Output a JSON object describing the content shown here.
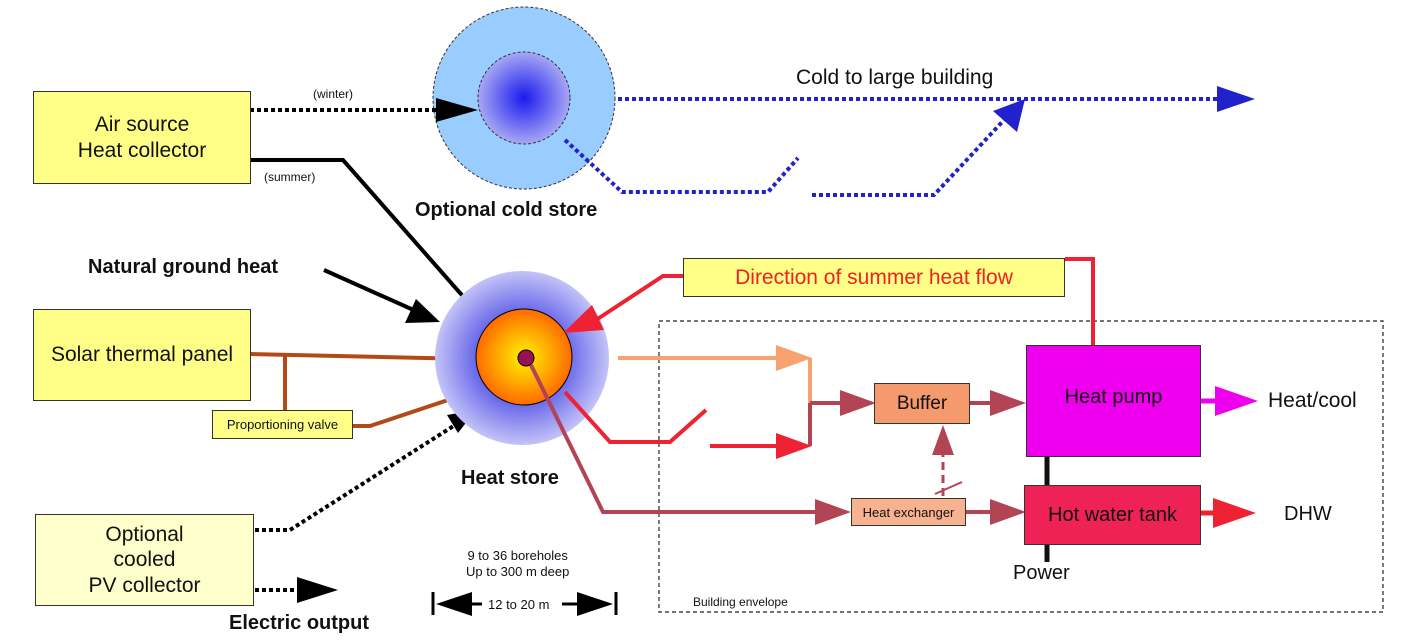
{
  "nodes": {
    "air_source": "Air source\nHeat collector",
    "solar_thermal": "Solar thermal panel",
    "proportioning_valve": "Proportioning valve",
    "pv_collector": "Optional\ncooled\nPV collector",
    "summer_flow": "Direction of summer heat flow",
    "buffer": "Buffer",
    "heat_pump": "Heat pump",
    "heat_exchanger": "Heat exchanger",
    "hot_water_tank": "Hot water tank"
  },
  "labels": {
    "winter": "(winter)",
    "summer": "(summer)",
    "cold_store": "Optional cold store",
    "cold_to_building": "Cold to large building",
    "natural_ground_heat": "Natural ground heat",
    "heat_store": "Heat store",
    "heat_cool": "Heat/cool",
    "dhw": "DHW",
    "power": "Power",
    "electric_output": "Electric output",
    "boreholes": "9 to 36 boreholes\nUp to 300 m deep",
    "width": "12 to 20 m",
    "building_envelope": "Building envelope"
  },
  "colors": {
    "yellow_box": "#ffff88",
    "pale_box": "#ffffcc",
    "cold_store_outer": "#99ccff",
    "cold_store_inner": "#2222ee",
    "heat_store_outer": "#5555dd",
    "heat_store_inner": "#ff8800",
    "summer_flow_text": "#ee2222",
    "cold_flow": "#2222cc",
    "hot_flow": "#ee2233",
    "brown_flow": "#b24a18",
    "heat_pump": "#ee00ee",
    "hot_water_tank": "#ee2255",
    "buffer": "#f49a6c",
    "heat_exchanger": "#f8b290"
  }
}
